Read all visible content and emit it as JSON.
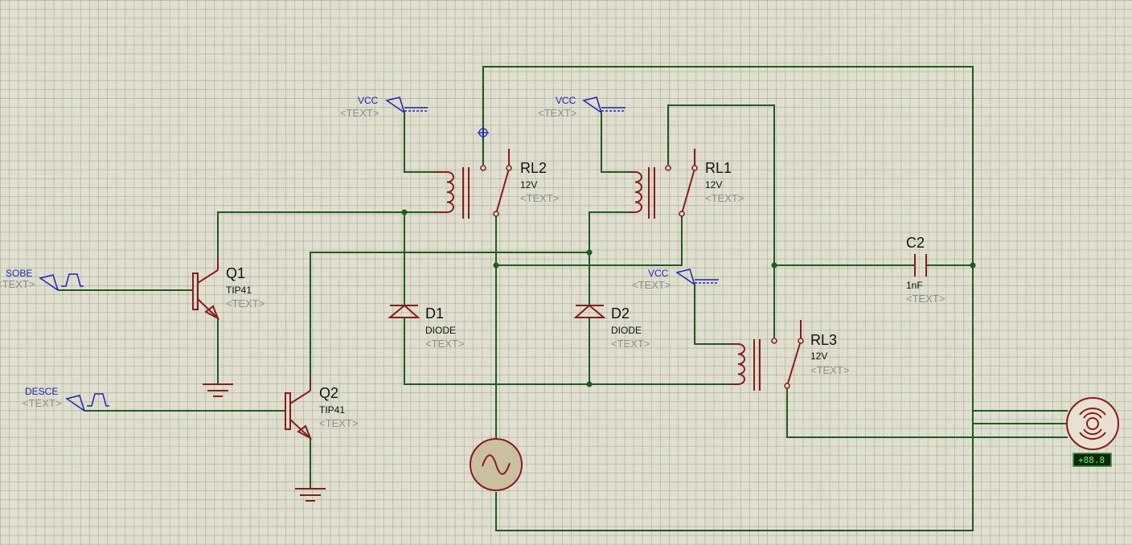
{
  "placeholder": "<TEXT>",
  "terminals": {
    "sobe": "SOBE",
    "desce": "DESCE",
    "vcc": "VCC"
  },
  "components": {
    "q1": {
      "ref": "Q1",
      "value": "TIP41"
    },
    "q2": {
      "ref": "Q2",
      "value": "TIP41"
    },
    "rl1": {
      "ref": "RL1",
      "value": "12V"
    },
    "rl2": {
      "ref": "RL2",
      "value": "12V"
    },
    "rl3": {
      "ref": "RL3",
      "value": "12V"
    },
    "d1": {
      "ref": "D1",
      "value": "DIODE"
    },
    "d2": {
      "ref": "D2",
      "value": "DIODE"
    },
    "c2": {
      "ref": "C2",
      "value": "1nF"
    }
  },
  "motor": {
    "readout": "+88.8"
  },
  "colors": {
    "wire": "#1f5a1f",
    "component": "#8b1a1a",
    "terminal": "#2222bb",
    "background": "#dfdfcf"
  }
}
